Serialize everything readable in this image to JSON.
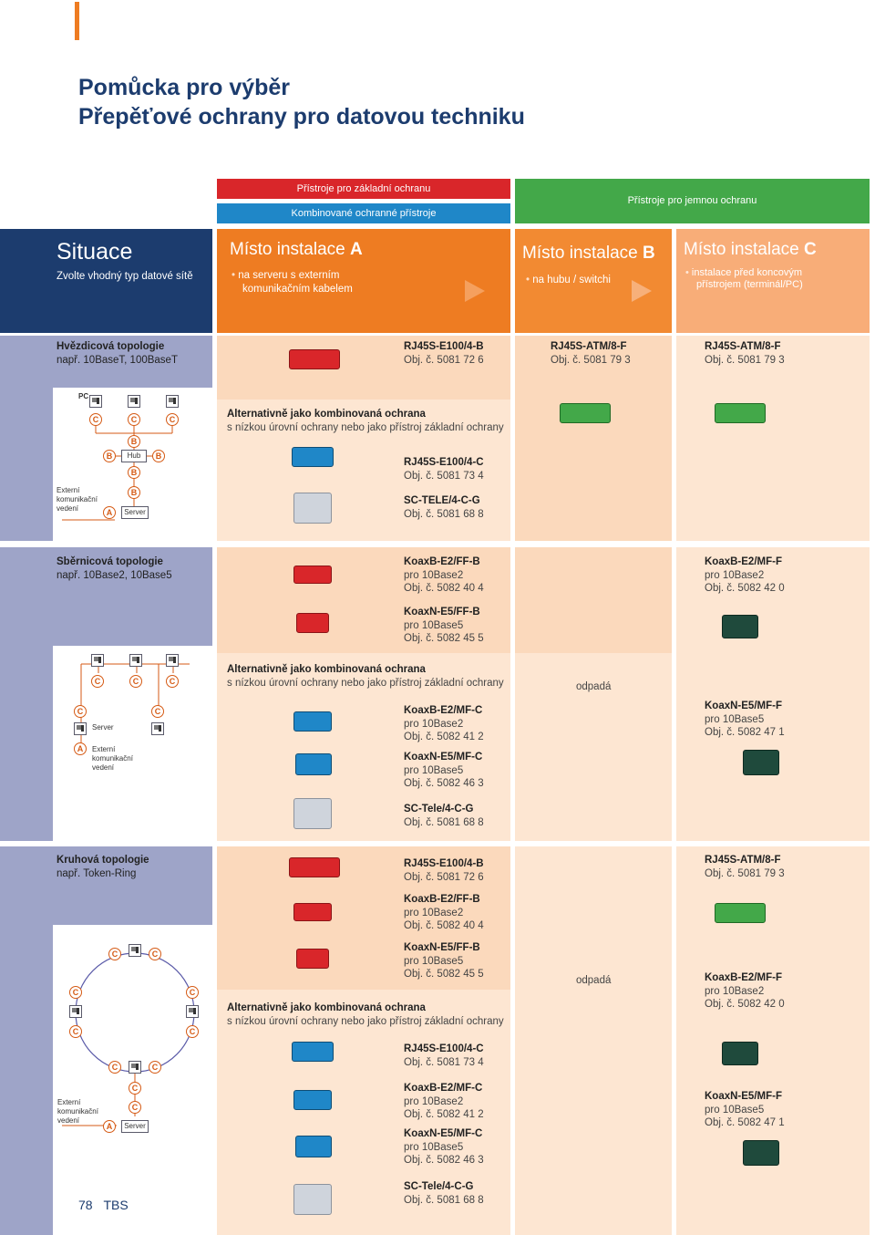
{
  "header": {
    "title_line1": "Pomůcka pro výběr",
    "title_line2": "Přepěťové ochrany pro datovou techniku"
  },
  "bands": {
    "basic": "Přístroje pro základní ochranu",
    "combined": "Kombinované ochranné přístroje",
    "fine": "Přístroje pro jemnou ochranu"
  },
  "columns": {
    "situation_title": "Situace",
    "situation_sub": "Zvolte vhodný typ datové sítě",
    "a_title_prefix": "Místo instalace ",
    "a_letter": "A",
    "a_desc_line1": "na serveru s externím",
    "a_desc_line2": "komunikačním kabelem",
    "b_title_prefix": "Místo instalace ",
    "b_letter": "B",
    "b_desc": "na hubu / switchi",
    "c_title_prefix": "Místo instalace ",
    "c_letter": "C",
    "c_desc_line1": "instalace před koncovým",
    "c_desc_line2": "přístrojem (terminál/PC)"
  },
  "sec1": {
    "topo_title": "Hvězdicová topologie",
    "topo_sub": "např. 10BaseT, 100BaseT",
    "a_name": "RJ45S-E100/4-B",
    "a_obj": "Obj. č. 5081 72 6",
    "b_name": "RJ45S-ATM/8-F",
    "b_obj": "Obj. č. 5081 79 3",
    "c_name": "RJ45S-ATM/8-F",
    "c_obj": "Obj. č. 5081 79 3",
    "alt_title": "Alternativně jako kombinovaná ochrana",
    "alt_sub": "s nízkou úrovní ochrany nebo jako přístroj základní ochrany",
    "alt1_name": "RJ45S-E100/4-C",
    "alt1_obj": "Obj. č. 5081 73 4",
    "alt2_name": "SC-TELE/4-C-G",
    "alt2_obj": "Obj. č. 5081 68 8",
    "diagram": {
      "pc": "PC",
      "hub": "Hub",
      "server": "Server",
      "ext1": "Externí",
      "ext2": "komunikační",
      "ext3": "vedení",
      "c": "C",
      "b": "B",
      "a": "A"
    }
  },
  "sec2": {
    "topo_title": "Sběrnicová topologie",
    "topo_sub": "např. 10Base2, 10Base5",
    "a1_name": "KoaxB-E2/FF-B",
    "a1_sub": "pro 10Base2",
    "a1_obj": "Obj. č. 5082 40 4",
    "a2_name": "KoaxN-E5/FF-B",
    "a2_sub": "pro 10Base5",
    "a2_obj": "Obj. č. 5082 45 5",
    "c1_name": "KoaxB-E2/MF-F",
    "c1_sub": "pro 10Base2",
    "c1_obj": "Obj. č. 5082 42 0",
    "c2_name": "KoaxN-E5/MF-F",
    "c2_sub": "pro 10Base5",
    "c2_obj": "Obj. č. 5082 47 1",
    "b_none": "odpadá",
    "alt_title": "Alternativně jako kombinovaná ochrana",
    "alt_sub": "s nízkou úrovní ochrany nebo jako přístroj základní ochrany",
    "alt1_name": "KoaxB-E2/MF-C",
    "alt1_sub": "pro 10Base2",
    "alt1_obj": "Obj. č. 5082 41 2",
    "alt2_name": "KoaxN-E5/MF-C",
    "alt2_sub": "pro 10Base5",
    "alt2_obj": "Obj. č. 5082 46 3",
    "alt3_name": "SC-Tele/4-C-G",
    "alt3_obj": "Obj. č. 5081 68 8",
    "diagram": {
      "server": "Server",
      "ext1": "Externí",
      "ext2": "komunikační",
      "ext3": "vedení"
    }
  },
  "sec3": {
    "topo_title": "Kruhová topologie",
    "topo_sub": "např. Token-Ring",
    "a1_name": "RJ45S-E100/4-B",
    "a1_obj": "Obj. č. 5081 72 6",
    "a2_name": "KoaxB-E2/FF-B",
    "a2_sub": "pro 10Base2",
    "a2_obj": "Obj. č. 5082 40 4",
    "a3_name": "KoaxN-E5/FF-B",
    "a3_sub": "pro 10Base5",
    "a3_obj": "Obj. č. 5082 45 5",
    "b_none": "odpadá",
    "c1_name": "RJ45S-ATM/8-F",
    "c1_obj": "Obj. č. 5081 79 3",
    "c2_name": "KoaxB-E2/MF-F",
    "c2_sub": "pro 10Base2",
    "c2_obj": "Obj. č. 5082 42 0",
    "c3_name": "KoaxN-E5/MF-F",
    "c3_sub": "pro 10Base5",
    "c3_obj": "Obj. č. 5082 47 1",
    "alt_title": "Alternativně jako kombinovaná ochrana",
    "alt_sub": "s nízkou úrovní ochrany nebo jako přístroj základní ochrany",
    "alt1_name": "RJ45S-E100/4-C",
    "alt1_obj": "Obj. č. 5081 73 4",
    "alt2_name": "KoaxB-E2/MF-C",
    "alt2_sub": "pro 10Base2",
    "alt2_obj": "Obj. č. 5082 41 2",
    "alt3_name": "KoaxN-E5/MF-C",
    "alt3_sub": "pro 10Base5",
    "alt3_obj": "Obj. č. 5082 46 3",
    "alt4_name": "SC-Tele/4-C-G",
    "alt4_obj": "Obj. č. 5081 68 8",
    "diagram": {
      "server": "Server",
      "ext1": "Externí",
      "ext2": "komunikační",
      "ext3": "vedení"
    }
  },
  "footer": {
    "page": "78",
    "brand": "TBS"
  },
  "colors": {
    "navy": "#1c3c6e",
    "orange": "#ee7c22",
    "orange_dark": "#f28a32",
    "orange_light": "#f8ad78",
    "peach": "#fbd9bc",
    "peach_light": "#fde6d2",
    "topo_bg": "#9ea4c8",
    "red": "#d9262a",
    "blue": "#1f87c8",
    "green": "#43a849"
  }
}
